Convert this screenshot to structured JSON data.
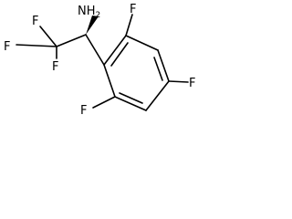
{
  "structure": {
    "atom_labels": {
      "amine": "NH",
      "amine_subscript": "2",
      "f_cf3_top": "F",
      "f_cf3_left": "F",
      "f_cf3_bottom": "F",
      "f_ring_top": "F",
      "f_ring_bottom": "F",
      "f_ring_right": "F"
    },
    "colors": {
      "bond": "#000000",
      "text": "#000000",
      "background": "#ffffff"
    }
  }
}
